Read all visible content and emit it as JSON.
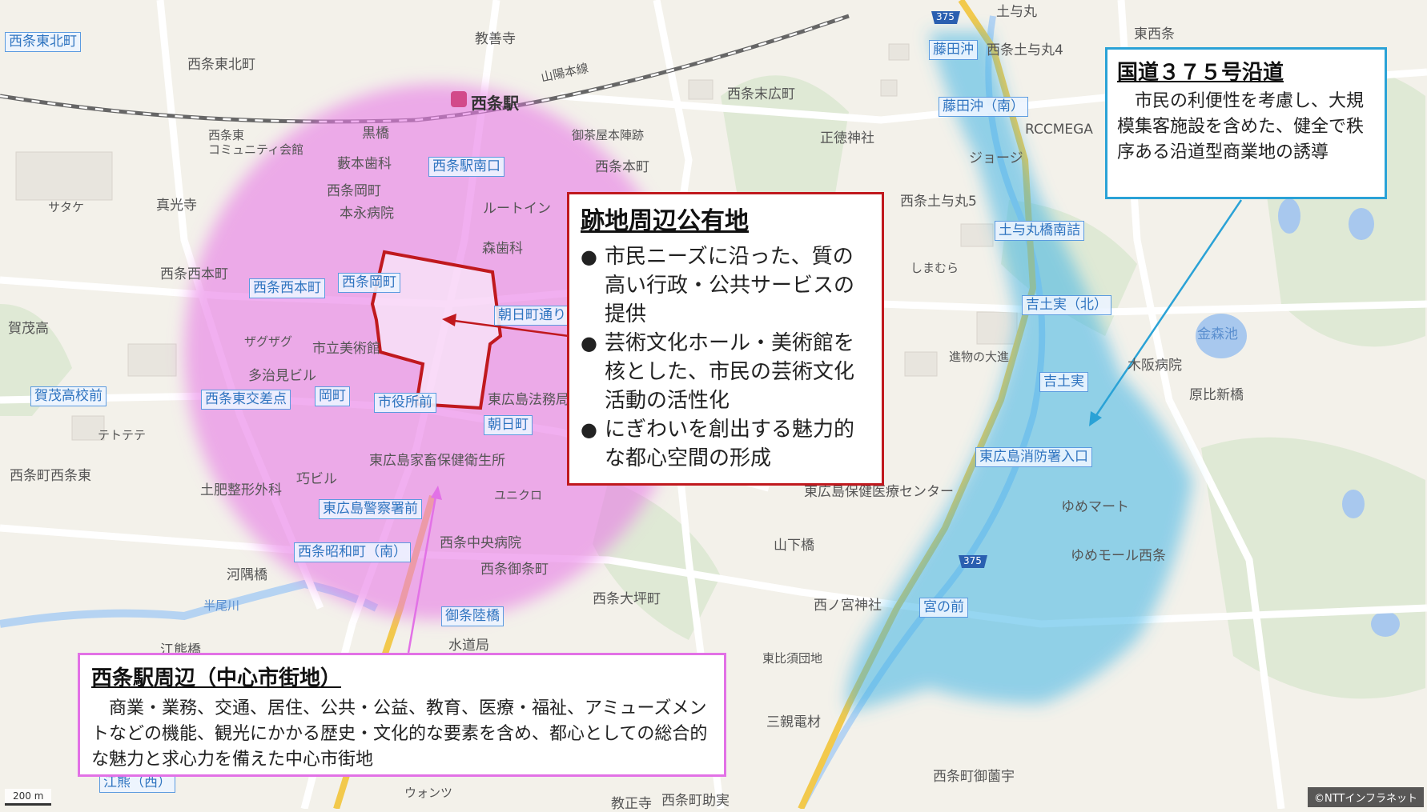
{
  "map": {
    "place_labels": [
      "教善寺",
      "西条東北町",
      "西条東",
      "コミュニティ会館",
      "西条東北町",
      "山陽本線",
      "西条駅",
      "黒橋",
      "御茶屋本陣跡",
      "西条末広町",
      "藪本歯科",
      "西条駅南口",
      "西条本町",
      "西条岡町",
      "本永病院",
      "サタケ",
      "真光寺",
      "森歯科",
      "ルートイン",
      "西条西本町",
      "西条西本町",
      "西条岡町",
      "朝日町通り",
      "ザグザグ",
      "市立美術館",
      "多治見ビル",
      "賀茂高",
      "賀茂高校前",
      "西条東交差点",
      "岡町",
      "市役所前",
      "朝日町",
      "東広島法務局",
      "テトテテ",
      "東広島家畜保健衛生所",
      "西条町西条東",
      "土肥整形外科",
      "巧ビル",
      "ユニクロ",
      "東広島警察署前",
      "西条中央病院",
      "西条昭和町（南）",
      "西条御条町",
      "河隅橋",
      "半尾川",
      "御条陸橋",
      "水道局",
      "江熊橋",
      "江熊（西）",
      "ウォンツ",
      "教正寺",
      "西条町助実",
      "正徳神社",
      "西条土与丸4",
      "土与丸",
      "東西条",
      "藤田沖",
      "藤田沖（南）",
      "RCCMEGA",
      "ジョージ",
      "西条土与丸5",
      "土与丸橋南詰",
      "しまむら",
      "吉土実（北）",
      "吉土実",
      "進物の大進",
      "木阪病院",
      "原比新橋",
      "金森池",
      "東広島消防署入口",
      "東広島保健医療センター",
      "ゆめマート",
      "ゆめモール西条",
      "山下橋",
      "西条大坪町",
      "西ノ宮神社",
      "宮の前",
      "東比須団地",
      "三親電材",
      "西条町御薗宇"
    ],
    "route_badges": [
      "375",
      "375"
    ],
    "scale_label": "200 m",
    "copyright": "©NTTインフラネット"
  },
  "callouts": {
    "center": {
      "title": "跡地周辺公有地",
      "bullets": [
        "市民ニーズに沿った、質の高い行政・公共サービスの提供",
        "芸術文化ホール・美術館を核とした、市民の芸術文化活動の活性化",
        "にぎわいを創出する魅力的な都心空間の形成"
      ]
    },
    "route375": {
      "title": "国道３７５号沿道",
      "body": "市民の利便性を考慮し、大規模集客施設を含めた、健全で秩序ある沿道型商業地の誘導"
    },
    "saijo": {
      "title": "西条駅周辺（中心市街地）",
      "body": "商業・業務、交通、居住、公共・公益、教育、医療・福祉、アミューズメントなどの機能、観光にかかる歴史・文化的な要素を含め、都心としての総合的な魅力と求心力を備えた中心市街地"
    }
  },
  "colors": {
    "zone_center": "#e87be6",
    "zone_route": "#3fb4e6",
    "site_outline": "#c0191e",
    "callout_center_border": "#c0191e",
    "callout_route_border": "#2aa2d6",
    "callout_saijo_border": "#e271e6"
  }
}
